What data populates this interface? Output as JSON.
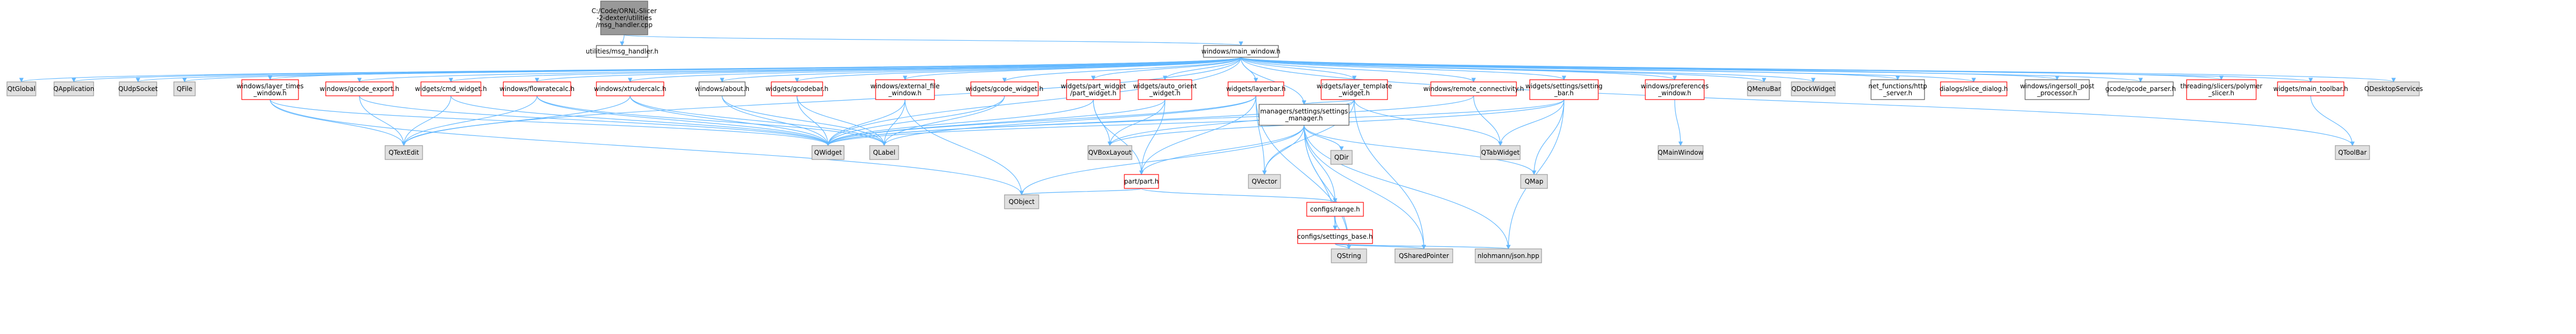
{
  "colors": {
    "edge": "#63b8ff",
    "root_fill": "#999999",
    "root_border": "#666666",
    "source_fill": "#ffffff",
    "source_border": "#ff0000",
    "plain_fill": "#ffffff",
    "plain_border": "#555555",
    "external_fill": "#e0e0e0",
    "external_border": "#999999"
  },
  "nodes": [
    {
      "id": "root",
      "kind": "root",
      "lines": [
        "C:/Code/ORNL-Slicer",
        "-2-dexter/utilities",
        "/msg_handler.cpp"
      ]
    },
    {
      "id": "util_msg",
      "kind": "plain",
      "lines": [
        "utilities/msg_handler.h"
      ]
    },
    {
      "id": "main_window",
      "kind": "plain",
      "lines": [
        "windows/main_window.h"
      ]
    },
    {
      "id": "qglobal",
      "kind": "external",
      "lines": [
        "QtGlobal"
      ]
    },
    {
      "id": "qapplication",
      "kind": "external",
      "lines": [
        "QApplication"
      ]
    },
    {
      "id": "qudpsocket",
      "kind": "external",
      "lines": [
        "QUdpSocket"
      ]
    },
    {
      "id": "qfile",
      "kind": "external",
      "lines": [
        "QFile"
      ]
    },
    {
      "id": "layer_times",
      "kind": "source",
      "lines": [
        "windows/layer_times",
        "_window.h"
      ]
    },
    {
      "id": "gcode_export",
      "kind": "source",
      "lines": [
        "windows/gcode_export.h"
      ]
    },
    {
      "id": "cmd_widget",
      "kind": "source",
      "lines": [
        "widgets/cmd_widget.h"
      ]
    },
    {
      "id": "flowratecalc",
      "kind": "source",
      "lines": [
        "windows/flowratecalc.h"
      ]
    },
    {
      "id": "xtrudercalc",
      "kind": "source",
      "lines": [
        "windows/xtrudercalc.h"
      ]
    },
    {
      "id": "about",
      "kind": "plain",
      "lines": [
        "windows/about.h"
      ]
    },
    {
      "id": "gcodebar",
      "kind": "source",
      "lines": [
        "widgets/gcodebar.h"
      ]
    },
    {
      "id": "external_file",
      "kind": "source",
      "lines": [
        "windows/external_file",
        "_window.h"
      ]
    },
    {
      "id": "gcode_widget",
      "kind": "source",
      "lines": [
        "widgets/gcode_widget.h"
      ]
    },
    {
      "id": "part_widget",
      "kind": "source",
      "lines": [
        "widgets/part_widget",
        "/part_widget.h"
      ]
    },
    {
      "id": "auto_orient",
      "kind": "source",
      "lines": [
        "widgets/auto_orient",
        "_widget.h"
      ]
    },
    {
      "id": "layerbar",
      "kind": "source",
      "lines": [
        "widgets/layerbar.h"
      ]
    },
    {
      "id": "layer_template",
      "kind": "source",
      "lines": [
        "widgets/layer_template",
        "_widget.h"
      ]
    },
    {
      "id": "remote_conn",
      "kind": "source",
      "lines": [
        "windows/remote_connectivity.h"
      ]
    },
    {
      "id": "setting_bar",
      "kind": "source",
      "lines": [
        "widgets/settings/setting",
        "_bar.h"
      ]
    },
    {
      "id": "preferences",
      "kind": "source",
      "lines": [
        "windows/preferences",
        "_window.h"
      ]
    },
    {
      "id": "qmenubar",
      "kind": "external",
      "lines": [
        "QMenuBar"
      ]
    },
    {
      "id": "qdockwidget",
      "kind": "external",
      "lines": [
        "QDockWidget"
      ]
    },
    {
      "id": "net_functions",
      "kind": "plain",
      "lines": [
        "net_functions/http",
        "_server.h"
      ]
    },
    {
      "id": "slice_dialog",
      "kind": "source",
      "lines": [
        "dialogs/slice_dialog.h"
      ]
    },
    {
      "id": "ingersoll",
      "kind": "plain",
      "lines": [
        "windows/ingersoll_post",
        "_processor.h"
      ]
    },
    {
      "id": "gcode_parser",
      "kind": "plain",
      "lines": [
        "gcode/gcode_parser.h"
      ]
    },
    {
      "id": "polymer_slicer",
      "kind": "source",
      "lines": [
        "threading/slicers/polymer",
        "_slicer.h"
      ]
    },
    {
      "id": "main_toolbar",
      "kind": "source",
      "lines": [
        "widgets/main_toolbar.h"
      ]
    },
    {
      "id": "qdesktopservices",
      "kind": "external",
      "lines": [
        "QDesktopServices"
      ]
    },
    {
      "id": "qtextedit",
      "kind": "external",
      "lines": [
        "QTextEdit"
      ]
    },
    {
      "id": "qwidget",
      "kind": "external",
      "lines": [
        "QWidget"
      ]
    },
    {
      "id": "qlabel",
      "kind": "external",
      "lines": [
        "QLabel"
      ]
    },
    {
      "id": "qvboxlayout",
      "kind": "external",
      "lines": [
        "QVBoxLayout"
      ]
    },
    {
      "id": "qtabwidget",
      "kind": "external",
      "lines": [
        "QTabWidget"
      ]
    },
    {
      "id": "qmainwindow",
      "kind": "external",
      "lines": [
        "QMainWindow"
      ]
    },
    {
      "id": "qtoolbar",
      "kind": "external",
      "lines": [
        "QToolBar"
      ]
    },
    {
      "id": "settings_manager",
      "kind": "plain",
      "lines": [
        "managers/settings/settings",
        "_manager.h"
      ]
    },
    {
      "id": "qdir",
      "kind": "external",
      "lines": [
        "QDir"
      ]
    },
    {
      "id": "qvector",
      "kind": "external",
      "lines": [
        "QVector"
      ]
    },
    {
      "id": "qmap",
      "kind": "external",
      "lines": [
        "QMap"
      ]
    },
    {
      "id": "part",
      "kind": "source",
      "lines": [
        "part/part.h"
      ]
    },
    {
      "id": "qobject",
      "kind": "external",
      "lines": [
        "QObject"
      ]
    },
    {
      "id": "configs_range",
      "kind": "source",
      "lines": [
        "configs/range.h"
      ]
    },
    {
      "id": "settings_base",
      "kind": "source",
      "lines": [
        "configs/settings_base.h"
      ]
    },
    {
      "id": "qstring",
      "kind": "external",
      "lines": [
        "QString"
      ]
    },
    {
      "id": "qsharedpointer",
      "kind": "external",
      "lines": [
        "QSharedPointer"
      ]
    },
    {
      "id": "nlohmann_json",
      "kind": "external",
      "lines": [
        "nlohmann/json.hpp"
      ]
    }
  ],
  "edges": [
    [
      "root",
      "util_msg"
    ],
    [
      "root",
      "main_window"
    ],
    [
      "main_window",
      "qglobal"
    ],
    [
      "main_window",
      "qapplication"
    ],
    [
      "main_window",
      "qudpsocket"
    ],
    [
      "main_window",
      "qfile"
    ],
    [
      "main_window",
      "layer_times"
    ],
    [
      "main_window",
      "gcode_export"
    ],
    [
      "main_window",
      "cmd_widget"
    ],
    [
      "main_window",
      "flowratecalc"
    ],
    [
      "main_window",
      "xtrudercalc"
    ],
    [
      "main_window",
      "about"
    ],
    [
      "main_window",
      "gcodebar"
    ],
    [
      "main_window",
      "external_file"
    ],
    [
      "main_window",
      "gcode_widget"
    ],
    [
      "main_window",
      "part_widget"
    ],
    [
      "main_window",
      "auto_orient"
    ],
    [
      "main_window",
      "layerbar"
    ],
    [
      "main_window",
      "layer_template"
    ],
    [
      "main_window",
      "remote_conn"
    ],
    [
      "main_window",
      "setting_bar"
    ],
    [
      "main_window",
      "preferences"
    ],
    [
      "main_window",
      "qmenubar"
    ],
    [
      "main_window",
      "qdockwidget"
    ],
    [
      "main_window",
      "net_functions"
    ],
    [
      "main_window",
      "slice_dialog"
    ],
    [
      "main_window",
      "ingersoll"
    ],
    [
      "main_window",
      "gcode_parser"
    ],
    [
      "main_window",
      "polymer_slicer"
    ],
    [
      "main_window",
      "main_toolbar"
    ],
    [
      "main_window",
      "qdesktopservices"
    ],
    [
      "main_window",
      "qtextedit"
    ],
    [
      "main_window",
      "qwidget"
    ],
    [
      "main_window",
      "settings_manager"
    ],
    [
      "main_window",
      "qtoolbar"
    ],
    [
      "layer_times",
      "qtextedit"
    ],
    [
      "layer_times",
      "qwidget"
    ],
    [
      "layer_times",
      "qobject"
    ],
    [
      "gcode_export",
      "qtextedit"
    ],
    [
      "gcode_export",
      "qwidget"
    ],
    [
      "cmd_widget",
      "qtextedit"
    ],
    [
      "cmd_widget",
      "qwidget"
    ],
    [
      "flowratecalc",
      "qtextedit"
    ],
    [
      "flowratecalc",
      "qwidget"
    ],
    [
      "flowratecalc",
      "qlabel"
    ],
    [
      "xtrudercalc",
      "qtextedit"
    ],
    [
      "xtrudercalc",
      "qwidget"
    ],
    [
      "xtrudercalc",
      "qlabel"
    ],
    [
      "about",
      "qwidget"
    ],
    [
      "about",
      "qlabel"
    ],
    [
      "gcodebar",
      "qwidget"
    ],
    [
      "gcodebar",
      "qlabel"
    ],
    [
      "external_file",
      "qwidget"
    ],
    [
      "external_file",
      "qlabel"
    ],
    [
      "external_file",
      "qobject"
    ],
    [
      "gcode_widget",
      "qwidget"
    ],
    [
      "gcode_widget",
      "qlabel"
    ],
    [
      "part_widget",
      "qwidget"
    ],
    [
      "part_widget",
      "qvboxlayout"
    ],
    [
      "part_widget",
      "part"
    ],
    [
      "auto_orient",
      "qwidget"
    ],
    [
      "auto_orient",
      "qvboxlayout"
    ],
    [
      "auto_orient",
      "part"
    ],
    [
      "layerbar",
      "qwidget"
    ],
    [
      "layerbar",
      "qlabel"
    ],
    [
      "layerbar",
      "qvector"
    ],
    [
      "layerbar",
      "part"
    ],
    [
      "layerbar",
      "qstring"
    ],
    [
      "layer_template",
      "qwidget"
    ],
    [
      "layer_template",
      "qvboxlayout"
    ],
    [
      "layer_template",
      "settings_manager"
    ],
    [
      "layer_template",
      "qtabwidget"
    ],
    [
      "layer_template",
      "qvector"
    ],
    [
      "layer_template",
      "qsharedpointer"
    ],
    [
      "remote_conn",
      "qwidget"
    ],
    [
      "remote_conn",
      "qtabwidget"
    ],
    [
      "setting_bar",
      "qwidget"
    ],
    [
      "setting_bar",
      "qtabwidget"
    ],
    [
      "setting_bar",
      "qmap"
    ],
    [
      "setting_bar",
      "qvboxlayout"
    ],
    [
      "setting_bar",
      "nlohmann_json"
    ],
    [
      "preferences",
      "qmainwindow"
    ],
    [
      "main_toolbar",
      "qtoolbar"
    ],
    [
      "settings_manager",
      "qdir"
    ],
    [
      "settings_manager",
      "qvector"
    ],
    [
      "settings_manager",
      "qmap"
    ],
    [
      "settings_manager",
      "part"
    ],
    [
      "settings_manager",
      "configs_range"
    ],
    [
      "settings_manager",
      "settings_base"
    ],
    [
      "settings_manager",
      "qstring"
    ],
    [
      "settings_manager",
      "qsharedpointer"
    ],
    [
      "settings_manager",
      "nlohmann_json"
    ],
    [
      "settings_manager",
      "qobject"
    ],
    [
      "part",
      "qobject"
    ],
    [
      "part",
      "configs_range"
    ],
    [
      "configs_range",
      "settings_base"
    ],
    [
      "configs_range",
      "qstring"
    ],
    [
      "settings_base",
      "qstring"
    ],
    [
      "settings_base",
      "qsharedpointer"
    ],
    [
      "settings_base",
      "nlohmann_json"
    ]
  ]
}
